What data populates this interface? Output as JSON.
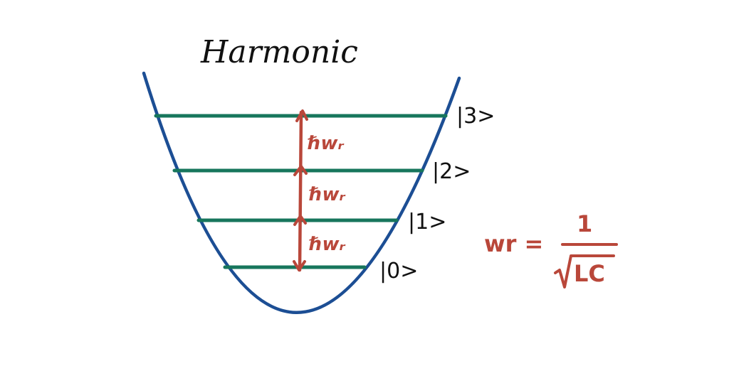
{
  "title": "Harmonic",
  "colors": {
    "potential": "#1c4e94",
    "levels": "#17765c",
    "transition": "#b9473a",
    "text": "#111111"
  },
  "levels": [
    {
      "ket": "|3>"
    },
    {
      "ket": "|2>"
    },
    {
      "ket": "|1>"
    },
    {
      "ket": "|0>"
    }
  ],
  "energy_labels": [
    "ℏwᵣ",
    "ℏwᵣ",
    "ℏwᵣ"
  ],
  "formula": {
    "lhs": "wr =",
    "numerator": "1",
    "denominator": "LC"
  }
}
